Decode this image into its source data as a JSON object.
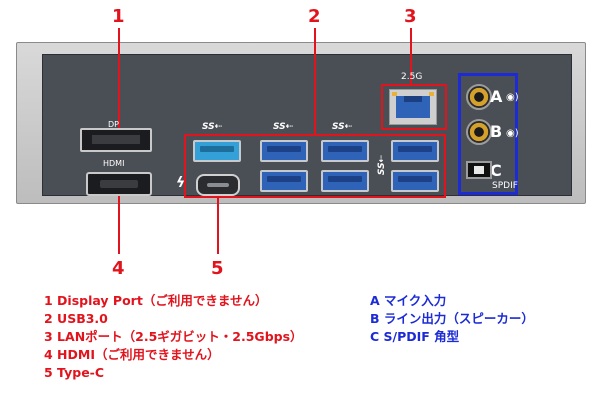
{
  "callouts": {
    "n1": "1",
    "n2": "2",
    "n3": "3",
    "n4": "4",
    "n5": "5",
    "A": "A",
    "B": "B",
    "C": "C"
  },
  "ports": {
    "dp_label": "DP",
    "hdmi_label": "HDMI",
    "lan_speed": "2.5G",
    "spdif_label": "SPDIF",
    "ss_logo": "SS⇠"
  },
  "legend_left": [
    "1 Display Port（ご利用できません）",
    "2 USB3.0",
    "3 LANポート（2.5ギガビット・2.5Gbps）",
    "4 HDMI（ご利用できません）",
    "5 Type-C"
  ],
  "legend_right": [
    "A マイク入力",
    "B ライン出力（スピーカー）",
    "C S/PDIF 角型"
  ],
  "colors": {
    "red": "#e1141d",
    "blue": "#1c2bd6",
    "usb_blue": "#2f63b8"
  }
}
